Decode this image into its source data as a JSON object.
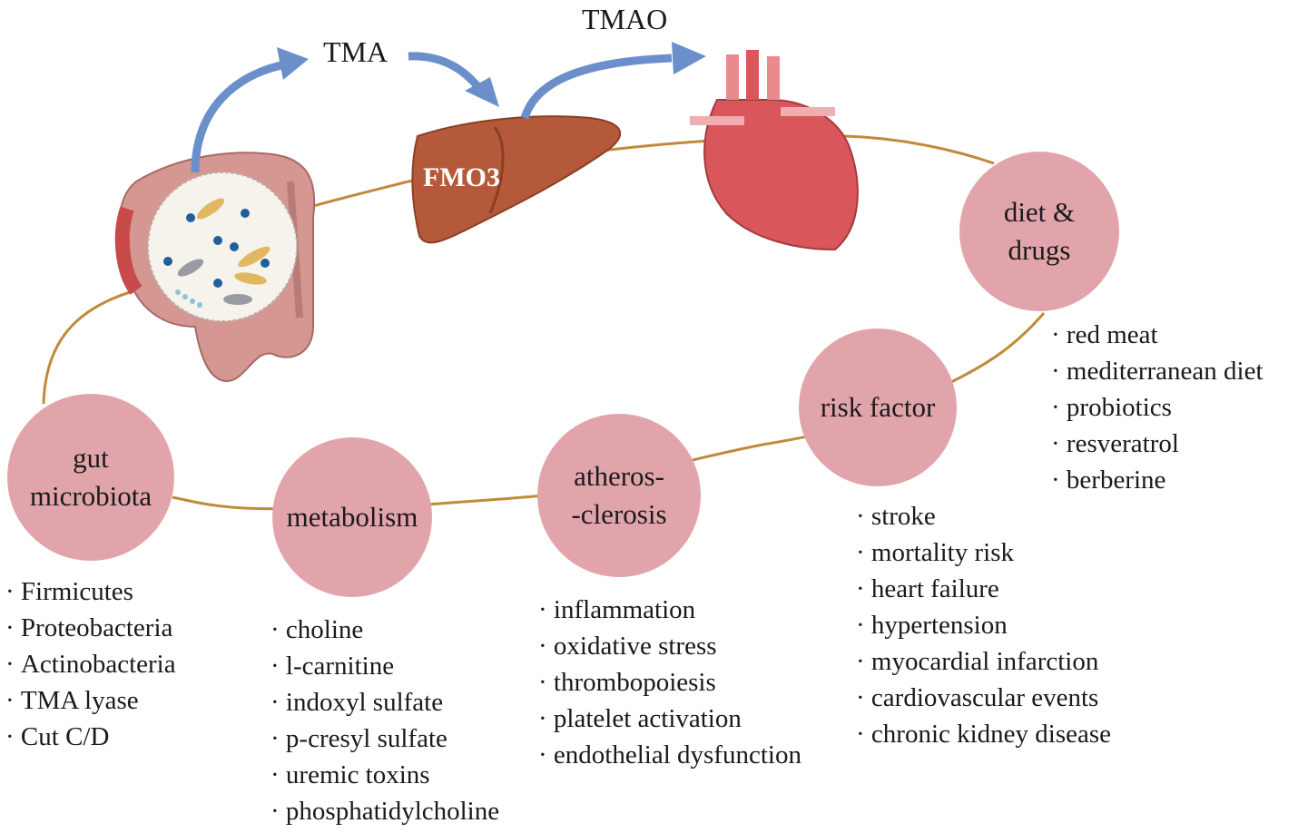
{
  "flow": {
    "tma": "TMA",
    "tmao": "TMAO",
    "fmo3": "FMO3"
  },
  "nodes": {
    "gut": [
      "gut",
      "microbiota"
    ],
    "metabolism": [
      "metabolism"
    ],
    "atherosclerosis": [
      "atheros-",
      "-clerosis"
    ],
    "risk": [
      "risk factor"
    ],
    "diet": [
      "diet &",
      "drugs"
    ]
  },
  "lists": {
    "gut": [
      "Firmicutes",
      "Proteobacteria",
      "Actinobacteria",
      "TMA lyase",
      "Cut C/D"
    ],
    "metabolism": [
      "choline",
      "l-carnitine",
      "indoxyl sulfate",
      "p-cresyl sulfate",
      "uremic toxins",
      "phosphatidylcholine"
    ],
    "atherosclerosis": [
      "inflammation",
      "oxidative stress",
      "thrombopoiesis",
      "platelet activation",
      "endothelial dysfunction"
    ],
    "risk": [
      "stroke",
      "mortality risk",
      "heart failure",
      "hypertension",
      "myocardial infarction",
      "cardiovascular events",
      "chronic kidney disease"
    ],
    "diet": [
      "red meat",
      "mediterranean diet",
      "probiotics",
      "resveratrol",
      "berberine"
    ]
  },
  "colors": {
    "node_fill": "#e2a4ab",
    "loop_line": "#c08a3a",
    "arrow": "#6b8fcb",
    "liver": "#b45a3a",
    "heart": "#d9565b",
    "intestine": "#c88a86"
  },
  "icons": [
    "intestine-icon",
    "microbe-circle-icon",
    "liver-icon",
    "heart-icon"
  ]
}
